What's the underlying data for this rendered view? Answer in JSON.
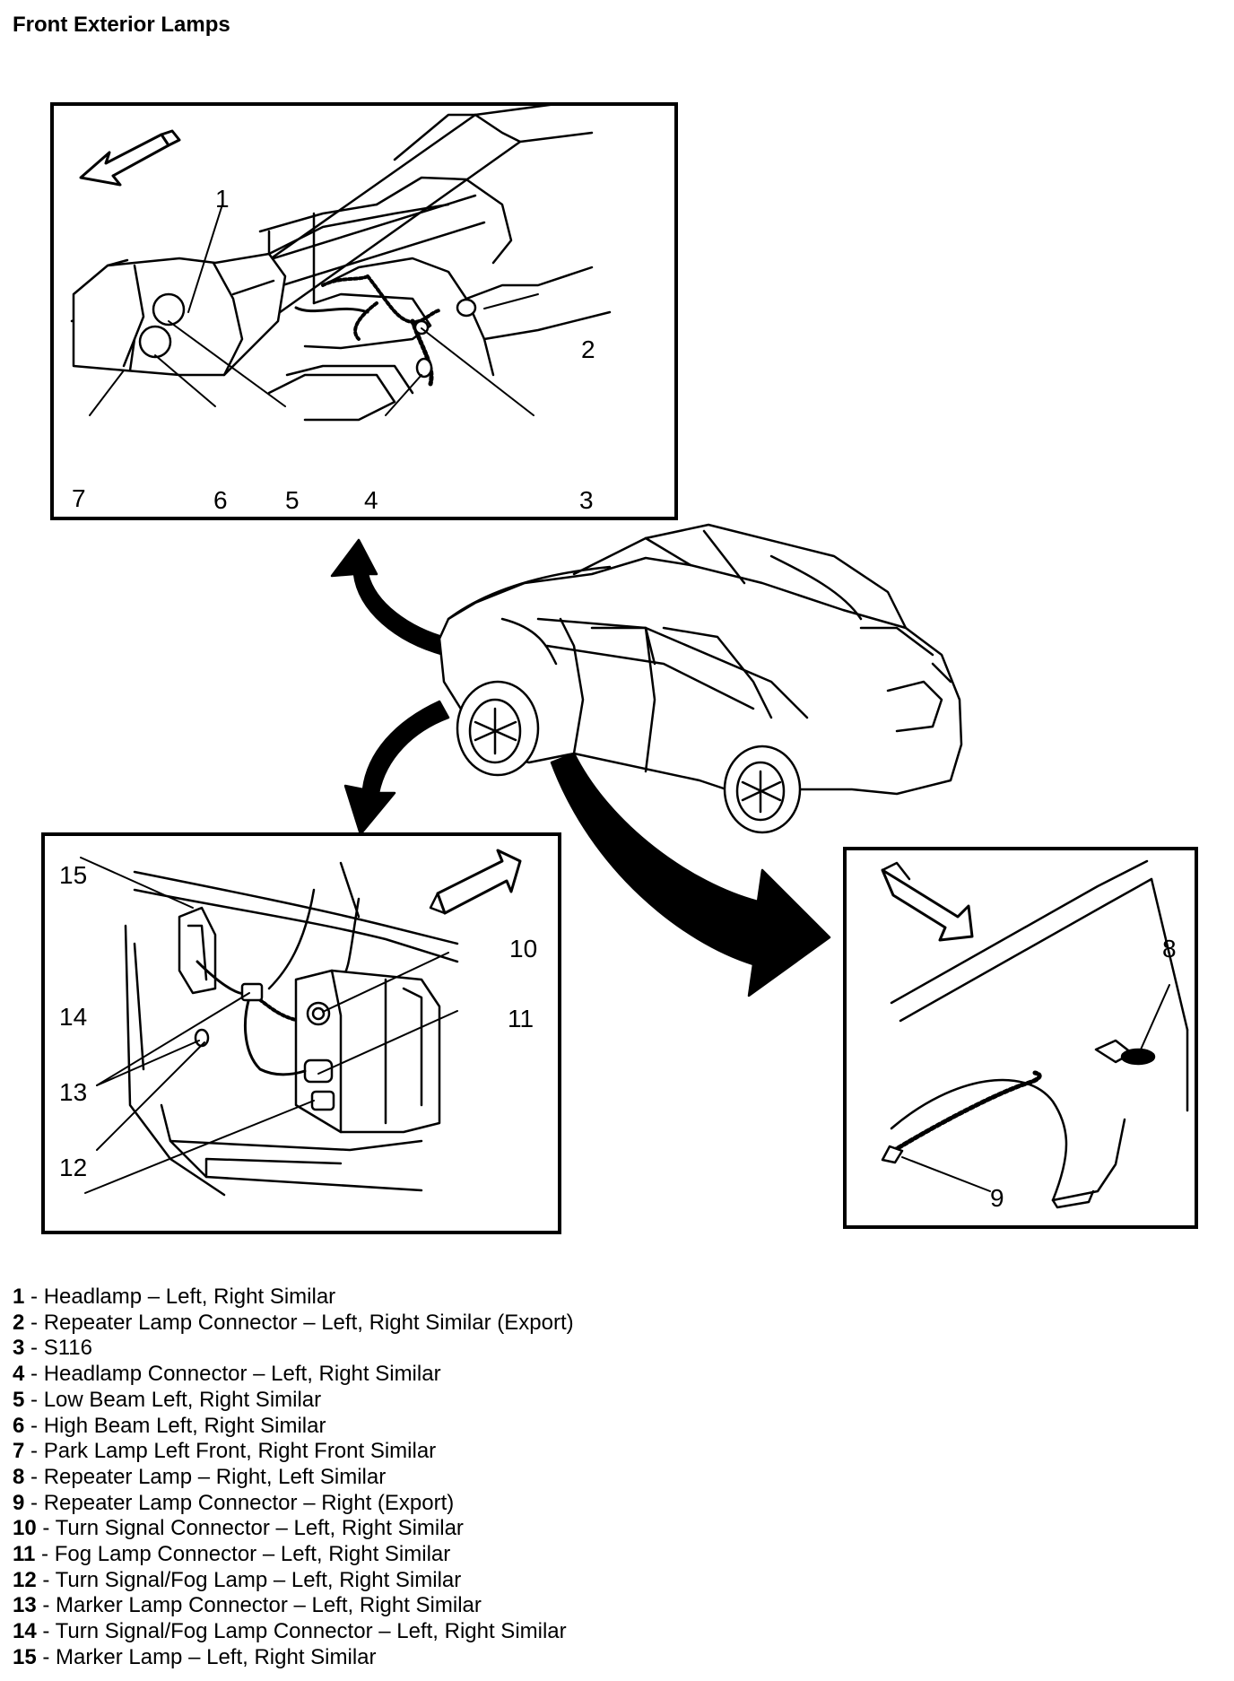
{
  "title": "Front Exterior Lamps",
  "callouts": {
    "c1": "1",
    "c2": "2",
    "c3": "3",
    "c4": "4",
    "c5": "5",
    "c6": "6",
    "c7": "7",
    "c8": "8",
    "c9": "9",
    "c10": "10",
    "c11": "11",
    "c12": "12",
    "c13": "13",
    "c14": "14",
    "c15": "15"
  },
  "legend": [
    {
      "num": "1",
      "text": " - Headlamp – Left, Right Similar"
    },
    {
      "num": "2",
      "text": " - Repeater Lamp Connector – Left, Right Similar (Export)"
    },
    {
      "num": "3",
      "text": " - S116"
    },
    {
      "num": "4",
      "text": " - Headlamp Connector – Left, Right Similar"
    },
    {
      "num": "5",
      "text": " - Low Beam Left, Right Similar"
    },
    {
      "num": "6",
      "text": " - High Beam Left, Right Similar"
    },
    {
      "num": "7",
      "text": " - Park Lamp Left Front, Right Front Similar"
    },
    {
      "num": "8",
      "text": " - Repeater Lamp – Right, Left Similar"
    },
    {
      "num": "9",
      "text": " - Repeater Lamp Connector – Right (Export)"
    },
    {
      "num": "10",
      "text": " - Turn Signal Connector – Left, Right Similar"
    },
    {
      "num": "11",
      "text": " - Fog Lamp Connector – Left, Right Similar"
    },
    {
      "num": "12",
      "text": " - Turn Signal/Fog Lamp – Left, Right Similar"
    },
    {
      "num": "13",
      "text": " - Marker Lamp Connector – Left, Right Similar"
    },
    {
      "num": "14",
      "text": " - Turn Signal/Fog Lamp Connector – Left, Right Similar"
    },
    {
      "num": "15",
      "text": " - Marker Lamp – Left, Right Similar"
    }
  ]
}
